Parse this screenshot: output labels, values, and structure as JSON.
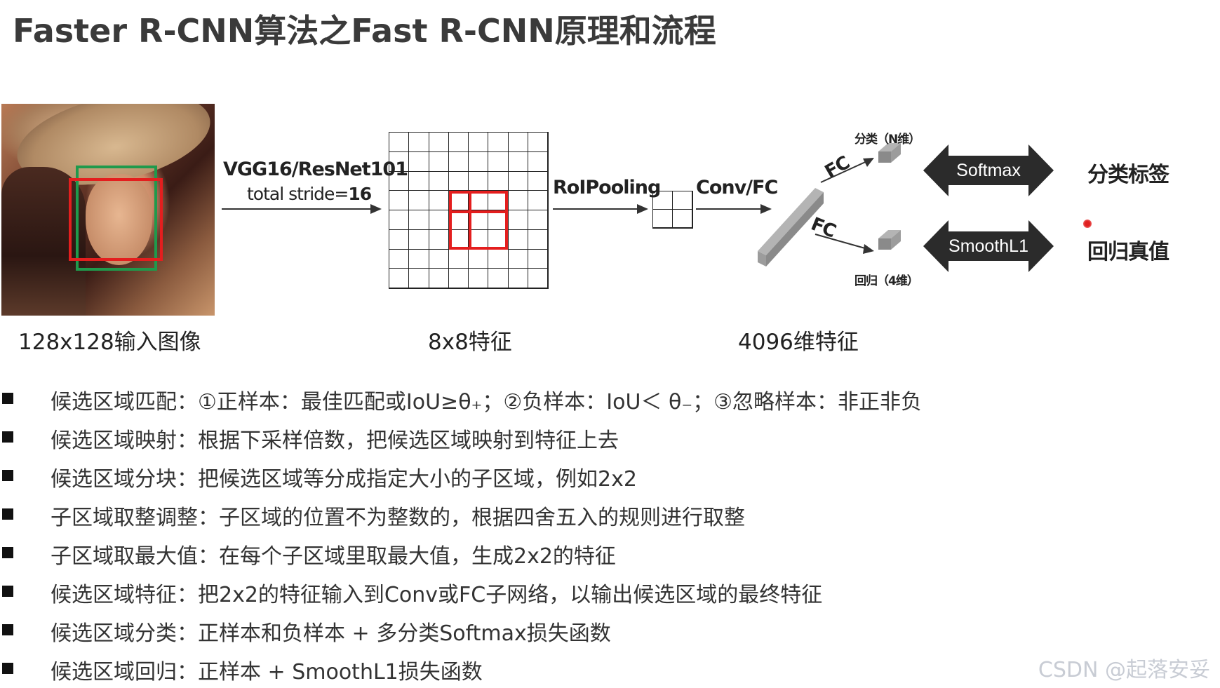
{
  "title": "Faster R-CNN算法之Fast R-CNN原理和流程",
  "diagram": {
    "backbone_label": "VGG16/ResNet101",
    "stride_prefix": "total stride=",
    "stride_value": "16",
    "roipool_label": "RoIPooling",
    "convfc_label": "Conv/FC",
    "fc_top": "FC",
    "fc_bottom": "FC",
    "cls_dim": "分类（N维）",
    "reg_dim": "回归（4维）",
    "softmax": "Softmax",
    "smoothl1": "SmoothL1",
    "cls_out": "分类标签",
    "reg_out": "回归真值",
    "caption_input": "128x128输入图像",
    "caption_feat": "8x8特征",
    "caption_vec": "4096维特征"
  },
  "bullets": [
    "候选区域匹配：①正样本：最佳匹配或IoU≥θ₊；②负样本：IoU＜ θ₋；③忽略样本：非正非负",
    "候选区域映射：根据下采样倍数，把候选区域映射到特征上去",
    "候选区域分块：把候选区域等分成指定大小的子区域，例如2x2",
    "子区域取整调整：子区域的位置不为整数的，根据四舍五入的规则进行取整",
    "子区域取最大值：在每个子区域里取最大值，生成2x2的特征",
    "候选区域特征：把2x2的特征输入到Conv或FC子网络，以输出候选区域的最终特征",
    "候选区域分类：正样本和负样本 + 多分类Softmax损失函数",
    "候选区域回归：正样本 + SmoothL1损失函数"
  ],
  "watermark": "CSDN @起落安妥",
  "colors": {
    "gt_box": "#1f9a4c",
    "proposal_box": "#e41e1e",
    "arrow_dark": "#2b2b2b"
  }
}
